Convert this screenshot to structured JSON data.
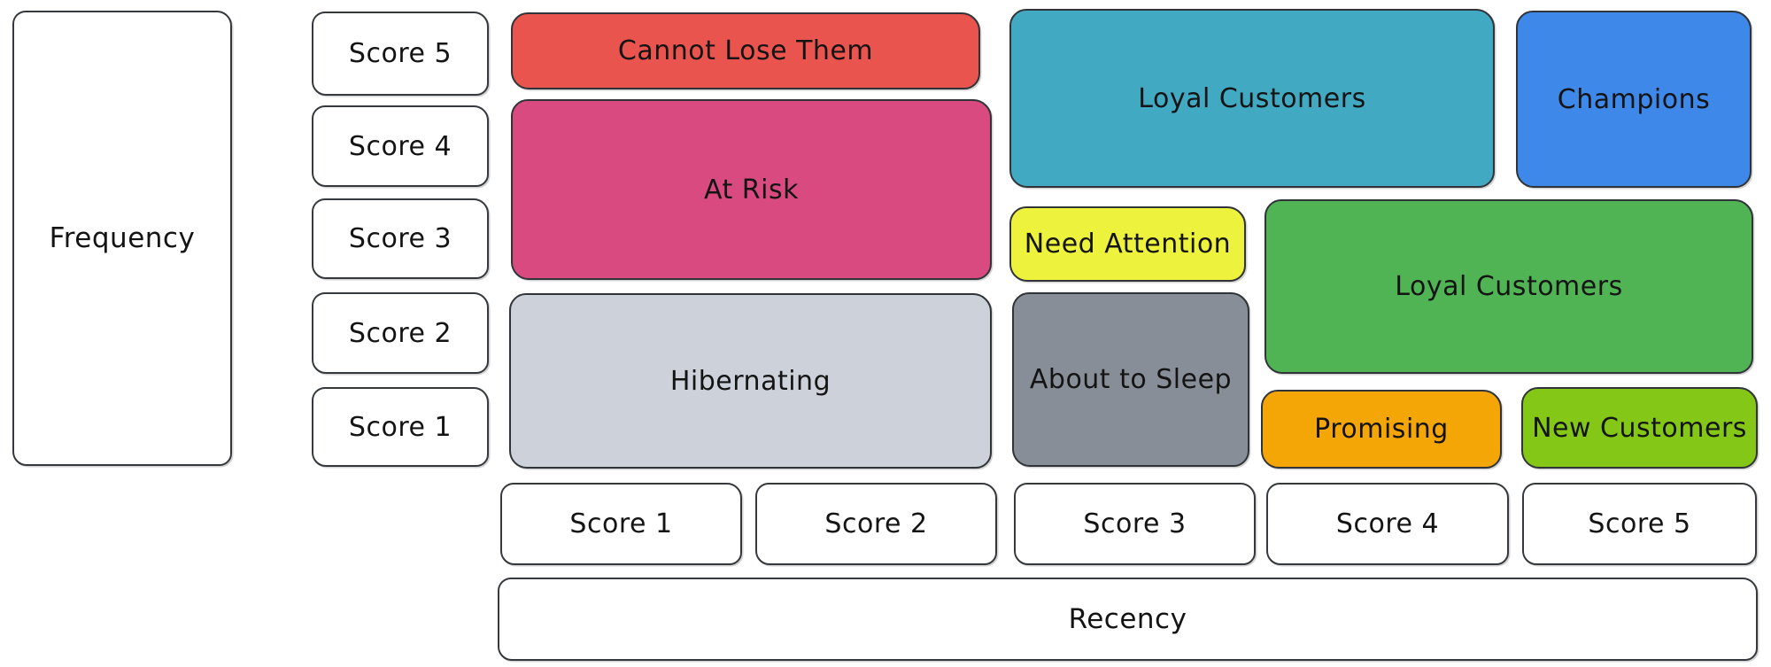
{
  "axes": {
    "frequency": {
      "label": "Frequency"
    },
    "recency": {
      "label": "Recency"
    },
    "frequency_scores": [
      {
        "label": "Score 5"
      },
      {
        "label": "Score 4"
      },
      {
        "label": "Score 3"
      },
      {
        "label": "Score 2"
      },
      {
        "label": "Score 1"
      }
    ],
    "recency_scores": [
      {
        "label": "Score 1"
      },
      {
        "label": "Score 2"
      },
      {
        "label": "Score 3"
      },
      {
        "label": "Score 4"
      },
      {
        "label": "Score 5"
      }
    ]
  },
  "segments": {
    "cannot_lose_them": {
      "label": "Cannot Lose Them",
      "color": "#ea544e"
    },
    "at_risk": {
      "label": "At Risk",
      "color": "#d94b80"
    },
    "hibernating": {
      "label": "Hibernating",
      "color": "#ccd1da"
    },
    "loyal_customers_top": {
      "label": "Loyal Customers",
      "color": "#41a9c1"
    },
    "champions": {
      "label": "Champions",
      "color": "#3d88e8"
    },
    "need_attention": {
      "label": "Need Attention",
      "color": "#edf23c"
    },
    "loyal_customers_right": {
      "label": "Loyal Customers",
      "color": "#50b455"
    },
    "about_to_sleep": {
      "label": "About to Sleep",
      "color": "#878e98"
    },
    "promising": {
      "label": "Promising",
      "color": "#f4a607"
    },
    "new_customers": {
      "label": "New Customers",
      "color": "#85c716"
    }
  },
  "canvas": {
    "background": "#ffffff",
    "stroke": "#35393d",
    "text_color": "#141414"
  }
}
